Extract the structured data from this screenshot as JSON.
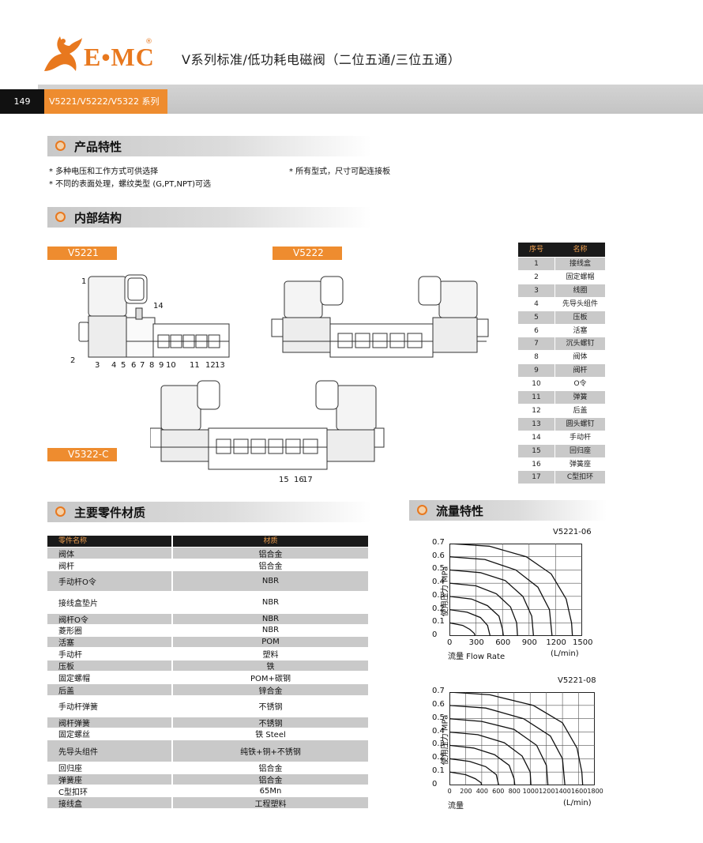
{
  "header": {
    "brand": "E•MC",
    "registered": "®",
    "title": "V系列标准/低功耗电磁阀（二位五通/三位五通）",
    "page_number": "149",
    "series": "V5221/V5222/V5322 系列"
  },
  "sections": {
    "features": "产品特性",
    "structure": "内部结构",
    "materials": "主要零件材质",
    "flow": "流量特性"
  },
  "features": [
    "* 多种电压和工作方式可供选择",
    "* 所有型式，尺寸可配连接板",
    "* 不同的表面处理，螺纹类型 (G,PT,NPT)可选"
  ],
  "models": {
    "a": "V5221",
    "b": "V5222",
    "c": "V5322-C"
  },
  "callouts": {
    "v5221_top": [
      "1",
      "14"
    ],
    "v5221_bottom": [
      "2",
      "3",
      "4",
      "5",
      "6",
      "7",
      "8",
      "9",
      "10",
      "11",
      "12",
      "13"
    ],
    "v5322": [
      "15",
      "16",
      "17"
    ]
  },
  "parts_table": {
    "header_no": "序号",
    "header_name": "名称",
    "rows": [
      {
        "no": "1",
        "name": "接线盒"
      },
      {
        "no": "2",
        "name": "固定螺帽"
      },
      {
        "no": "3",
        "name": "线圈"
      },
      {
        "no": "4",
        "name": "先导头组件"
      },
      {
        "no": "5",
        "name": "压板"
      },
      {
        "no": "6",
        "name": "活塞"
      },
      {
        "no": "7",
        "name": "沉头螺钉"
      },
      {
        "no": "8",
        "name": "阀体"
      },
      {
        "no": "9",
        "name": "阀杆"
      },
      {
        "no": "10",
        "name": "O令"
      },
      {
        "no": "11",
        "name": "弹簧"
      },
      {
        "no": "12",
        "name": "后盖"
      },
      {
        "no": "13",
        "name": "圆头螺钉"
      },
      {
        "no": "14",
        "name": "手动杆"
      },
      {
        "no": "15",
        "name": "回归座"
      },
      {
        "no": "16",
        "name": "弹簧座"
      },
      {
        "no": "17",
        "name": "C型扣环"
      }
    ]
  },
  "materials_table": {
    "header_part": "零件名称",
    "header_material": "材质",
    "rows": [
      {
        "part": "阀体",
        "material": "铝合金"
      },
      {
        "part": "阀杆",
        "material": "铝合金"
      },
      {
        "part": "手动杆O令",
        "material": "NBR"
      },
      {
        "part": "接线盒垫片",
        "material": "NBR"
      },
      {
        "part": "阀杆O令",
        "material": "NBR"
      },
      {
        "part": "菱形圈",
        "material": "NBR"
      },
      {
        "part": "活塞",
        "material": "POM"
      },
      {
        "part": "手动杆",
        "material": "塑料"
      },
      {
        "part": "压板",
        "material": "铁"
      },
      {
        "part": "固定螺帽",
        "material": "POM+碳钢"
      },
      {
        "part": "后盖",
        "material": "锌合金"
      },
      {
        "part": "手动杆弹簧",
        "material": "不锈钢"
      },
      {
        "part": "阀杆弹簧",
        "material": "不锈钢"
      },
      {
        "part": "固定螺丝",
        "material": "铁  Steel"
      },
      {
        "part": "先导头组件",
        "material": "纯铁+铜+不锈钢"
      },
      {
        "part": "回归座",
        "material": "铝合金"
      },
      {
        "part": "弹簧座",
        "material": "铝合金"
      },
      {
        "part": "C型扣环",
        "material": "65Mn"
      },
      {
        "part": "接线盒",
        "material": "工程塑料"
      }
    ]
  },
  "chart_data": [
    {
      "type": "line",
      "title": "V5221-06",
      "ylabel": "使用压力 MPa",
      "xlabel": "流量  Flow Rate",
      "xunit": "(L/min)",
      "xlim": [
        0,
        1500
      ],
      "ylim": [
        0,
        0.7
      ],
      "xticks": [
        0,
        300,
        600,
        900,
        1200,
        1500
      ],
      "yticks": [
        0,
        0.1,
        0.2,
        0.3,
        0.4,
        0.5,
        0.6,
        0.7
      ],
      "grid": true,
      "series": [
        {
          "points": [
            [
              0,
              0.1
            ],
            [
              150,
              0.08
            ],
            [
              230,
              0.05
            ],
            [
              280,
              0.02
            ],
            [
              290,
              0
            ]
          ]
        },
        {
          "points": [
            [
              0,
              0.2
            ],
            [
              200,
              0.18
            ],
            [
              350,
              0.14
            ],
            [
              430,
              0.08
            ],
            [
              460,
              0
            ]
          ]
        },
        {
          "points": [
            [
              0,
              0.3
            ],
            [
              250,
              0.28
            ],
            [
              430,
              0.23
            ],
            [
              560,
              0.15
            ],
            [
              600,
              0.05
            ],
            [
              610,
              0
            ]
          ]
        },
        {
          "points": [
            [
              0,
              0.4
            ],
            [
              300,
              0.38
            ],
            [
              530,
              0.32
            ],
            [
              690,
              0.22
            ],
            [
              760,
              0.1
            ],
            [
              770,
              0
            ]
          ]
        },
        {
          "points": [
            [
              0,
              0.5
            ],
            [
              350,
              0.48
            ],
            [
              630,
              0.42
            ],
            [
              830,
              0.3
            ],
            [
              930,
              0.15
            ],
            [
              950,
              0
            ]
          ]
        },
        {
          "points": [
            [
              0,
              0.6
            ],
            [
              400,
              0.58
            ],
            [
              750,
              0.5
            ],
            [
              1000,
              0.37
            ],
            [
              1130,
              0.2
            ],
            [
              1160,
              0
            ]
          ]
        },
        {
          "points": [
            [
              0,
              0.7
            ],
            [
              450,
              0.68
            ],
            [
              870,
              0.6
            ],
            [
              1150,
              0.47
            ],
            [
              1320,
              0.28
            ],
            [
              1380,
              0.1
            ],
            [
              1390,
              0
            ]
          ]
        }
      ]
    },
    {
      "type": "line",
      "title": "V5221-08",
      "ylabel": "使用压力 MPa",
      "xlabel": "流量",
      "xunit": "(L/min)",
      "xlim": [
        0,
        1800
      ],
      "ylim": [
        0,
        0.7
      ],
      "xticks": [
        0,
        200,
        400,
        600,
        800,
        1000,
        1200,
        1400,
        1600,
        1800
      ],
      "yticks": [
        0,
        0.1,
        0.2,
        0.3,
        0.4,
        0.5,
        0.6,
        0.7
      ],
      "grid": true,
      "series": [
        {
          "points": [
            [
              0,
              0.1
            ],
            [
              200,
              0.08
            ],
            [
              320,
              0.05
            ],
            [
              390,
              0.02
            ],
            [
              400,
              0
            ]
          ]
        },
        {
          "points": [
            [
              0,
              0.2
            ],
            [
              250,
              0.18
            ],
            [
              450,
              0.14
            ],
            [
              580,
              0.08
            ],
            [
              610,
              0
            ]
          ]
        },
        {
          "points": [
            [
              0,
              0.3
            ],
            [
              300,
              0.28
            ],
            [
              560,
              0.23
            ],
            [
              740,
              0.15
            ],
            [
              800,
              0.05
            ],
            [
              810,
              0
            ]
          ]
        },
        {
          "points": [
            [
              0,
              0.4
            ],
            [
              350,
              0.38
            ],
            [
              680,
              0.32
            ],
            [
              900,
              0.22
            ],
            [
              1000,
              0.1
            ],
            [
              1010,
              0
            ]
          ]
        },
        {
          "points": [
            [
              0,
              0.5
            ],
            [
              400,
              0.48
            ],
            [
              800,
              0.42
            ],
            [
              1080,
              0.3
            ],
            [
              1200,
              0.15
            ],
            [
              1220,
              0
            ]
          ]
        },
        {
          "points": [
            [
              0,
              0.6
            ],
            [
              450,
              0.58
            ],
            [
              920,
              0.5
            ],
            [
              1250,
              0.37
            ],
            [
              1400,
              0.2
            ],
            [
              1430,
              0
            ]
          ]
        },
        {
          "points": [
            [
              0,
              0.7
            ],
            [
              500,
              0.68
            ],
            [
              1040,
              0.6
            ],
            [
              1400,
              0.47
            ],
            [
              1580,
              0.28
            ],
            [
              1640,
              0.1
            ],
            [
              1650,
              0
            ]
          ]
        }
      ]
    }
  ],
  "colors": {
    "accent": "#ee8c2f",
    "band": "#c8c8c8",
    "table_row_dark": "#c9c9c9",
    "table_header": "#1a1a1a"
  }
}
